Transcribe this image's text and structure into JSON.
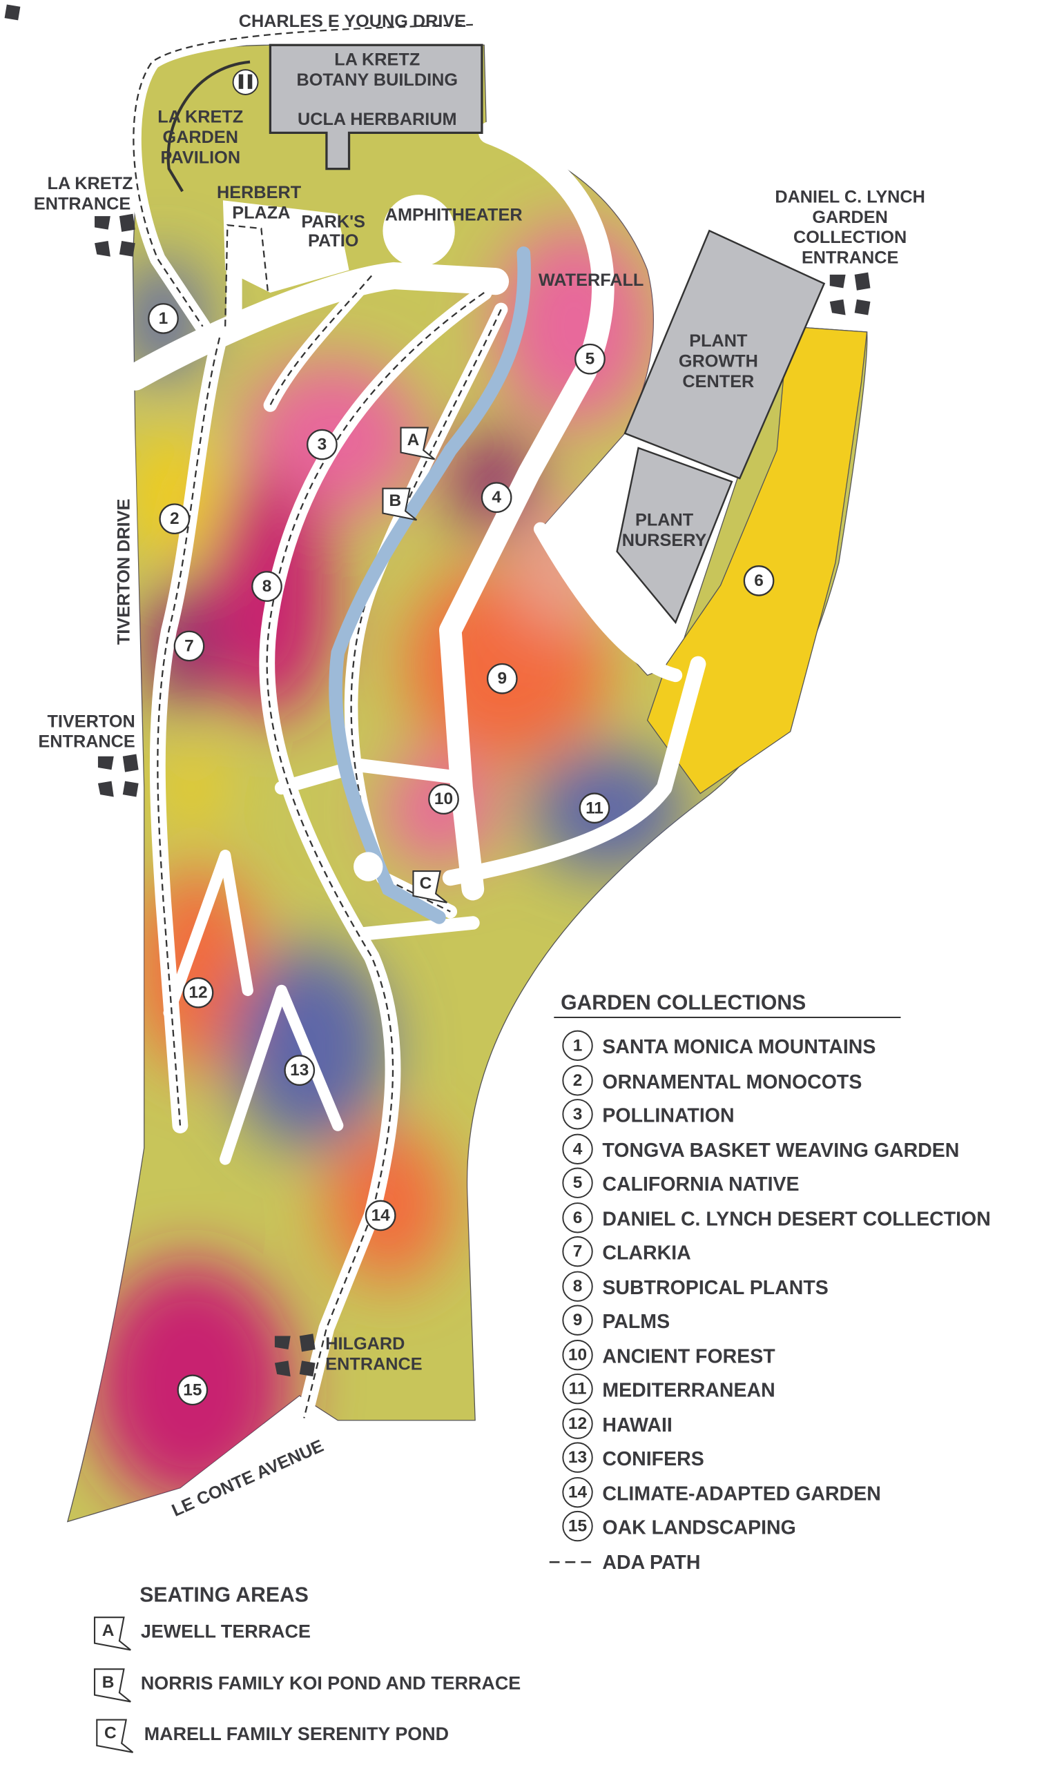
{
  "map": {
    "labels": {
      "street_top": "CHARLES E YOUNG DRIVE",
      "building": [
        "LA KRETZ",
        "BOTANY BUILDING",
        "UCLA HERBARIUM"
      ],
      "pavilion": [
        "LA KRETZ",
        "GARDEN",
        "PAVILION"
      ],
      "la_kretz_entrance": [
        "LA KRETZ",
        "ENTRANCE"
      ],
      "herbert_plaza": [
        "HERBERT",
        "PLAZA"
      ],
      "parks_patio": [
        "PARK'S",
        "PATIO"
      ],
      "amphitheater": "AMPHITHEATER",
      "waterfall": "WATERFALL",
      "lynch_entrance": [
        "DANIEL C. LYNCH",
        "GARDEN",
        "COLLECTION",
        "ENTRANCE"
      ],
      "plant_growth_center": [
        "PLANT",
        "GROWTH",
        "CENTER"
      ],
      "plant_nursery": [
        "PLANT",
        "NURSERY"
      ],
      "street_left": "TIVERTON DRIVE",
      "tiverton_entrance": [
        "TIVERTON",
        "ENTRANCE"
      ],
      "hilgard_entrance": [
        "HILGARD",
        "ENTRANCE"
      ],
      "street_bottom": "LE CONTE AVENUE"
    },
    "icons": [
      "restroom-icon",
      "entrance-flower-icon"
    ]
  },
  "legend": {
    "title": "GARDEN COLLECTIONS",
    "items": [
      {
        "number": "1",
        "name": "SANTA MONICA MOUNTAINS"
      },
      {
        "number": "2",
        "name": "ORNAMENTAL MONOCOTS"
      },
      {
        "number": "3",
        "name": "POLLINATION"
      },
      {
        "number": "4",
        "name": "TONGVA BASKET WEAVING GARDEN"
      },
      {
        "number": "5",
        "name": "CALIFORNIA NATIVE"
      },
      {
        "number": "6",
        "name": "DANIEL C. LYNCH DESERT COLLECTION"
      },
      {
        "number": "7",
        "name": "CLARKIA"
      },
      {
        "number": "8",
        "name": "SUBTROPICAL PLANTS"
      },
      {
        "number": "9",
        "name": "PALMS"
      },
      {
        "number": "10",
        "name": "ANCIENT FOREST"
      },
      {
        "number": "11",
        "name": "MEDITERRANEAN"
      },
      {
        "number": "12",
        "name": "HAWAII"
      },
      {
        "number": "13",
        "name": "CONIFERS"
      },
      {
        "number": "14",
        "name": "CLIMATE-ADAPTED GARDEN"
      },
      {
        "number": "15",
        "name": "OAK LANDSCAPING"
      }
    ],
    "ada_path": "ADA PATH"
  },
  "seating": {
    "title": "SEATING AREAS",
    "items": [
      {
        "letter": "A",
        "name": "JEWELL TERRACE"
      },
      {
        "letter": "B",
        "name": "NORRIS FAMILY KOI POND AND TERRACE"
      },
      {
        "letter": "C",
        "name": "MARELL FAMILY SERENITY POND"
      }
    ]
  },
  "colors": {
    "base_green": "#c8c55a",
    "blue": "#5d66a8",
    "yellow": "#f2cd1f",
    "pink": "#e8679b",
    "magenta": "#c8206f",
    "purple": "#8e2470",
    "orange": "#f36a3c",
    "water": "#9dbad8",
    "building": "#bdbec2",
    "text": "#3a3a3e"
  }
}
